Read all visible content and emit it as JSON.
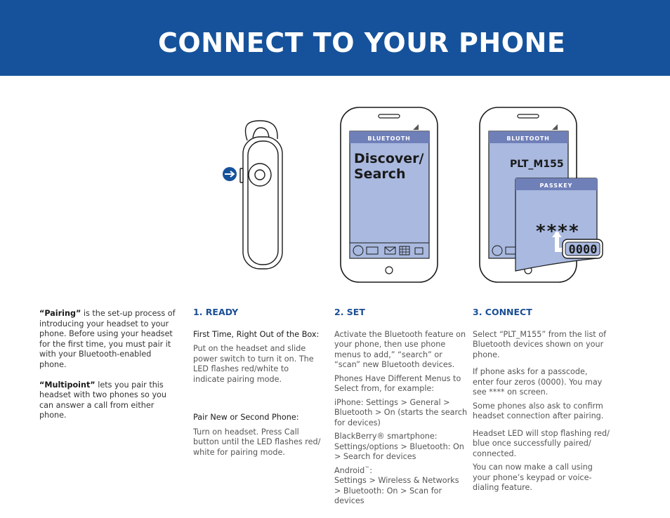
{
  "page": {
    "title": "CONNECT TO YOUR PHONE"
  },
  "illustration": {
    "phone1": {
      "header": "BLUETOOTH",
      "line1": "Discover/",
      "line2": "Search"
    },
    "phone2": {
      "header": "BLUETOOTH",
      "device": "PLT_M155",
      "passkey_header": "PASSKEY",
      "masked": "****",
      "code": "0000"
    },
    "colors": {
      "blue": "#16529b",
      "screen": "#a9b9df"
    }
  },
  "intro": {
    "pairing_term": "“Pairing”",
    "pairing_text": " is the set-up process of introducing your headset to your phone. Before using your headset for the first time, you must pair it with your Bluetooth-enabled phone.",
    "multipoint_term": "“Multipoint”",
    "multipoint_text": " lets you pair this headset with two phones so you can answer a call from either phone."
  },
  "ready": {
    "heading": "1. READY",
    "sub1": "First Time, Right Out of the Box:",
    "text1": "Put on the headset and slide power switch to turn it on. The LED flashes red/white to indicate pairing mode.",
    "sub2": "Pair New or Second Phone:",
    "text2": "Turn on headset. Press Call button until the LED flashes red/ white for pairing mode."
  },
  "set": {
    "heading": "2. SET",
    "p1": "Activate the Bluetooth feature on your phone, then use phone menus to add,” “search” or “scan” new Bluetooth devices.",
    "p2": "Phones Have Different Menus to Select from, for example:",
    "p3": "iPhone: Settings > General > Bluetooth > On (starts the search for devices)",
    "p4": "BlackBerry® smartphone: Settings/options > Bluetooth: On > Search for devices",
    "p5_label": "Android",
    "p5_mark": "™",
    "p5_colon": ":",
    "p5": "Settings > Wireless & Networks > Bluetooth: On > Scan for devices"
  },
  "connect": {
    "heading": "3. CONNECT",
    "p1": "Select “PLT_M155” from the list of Bluetooth devices shown on your phone.",
    "p2": "If phone asks for a passcode, enter four zeros (0000). You may see **** on screen.",
    "p3": "Some phones also ask to confirm headset connection after pairing.",
    "p4": "Headset LED will stop flashing red/ blue once successfully paired/ connected.",
    "p5": "You can now make a call using your phone’s keypad or voice-dialing feature."
  }
}
